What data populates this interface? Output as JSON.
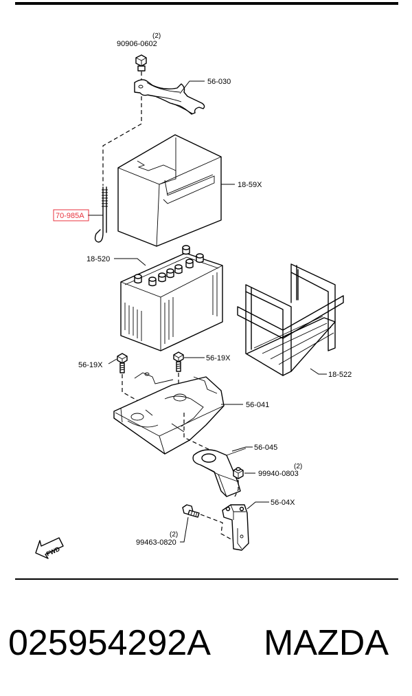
{
  "labels": {
    "bolt_top": "90906-0602",
    "bolt_top_qty": "(2)",
    "clamp": "56-030",
    "cover": "18-59X",
    "rod": "70-985A",
    "battery": "18-520",
    "carrier": "18-522",
    "bolt_left": "56-19X",
    "bolt_right": "56-19X",
    "tray": "56-041",
    "bracket": "56-045",
    "nut": "99940-0803",
    "nut_qty": "(2)",
    "support": "56-04X",
    "bolt_bottom": "99463-0820",
    "bolt_bottom_qty": "(2)",
    "fwd_arrow": "FWD"
  },
  "highlight_color": "#e8323c",
  "footer": {
    "part_number": "025954292A",
    "brand": "MAZDA"
  }
}
